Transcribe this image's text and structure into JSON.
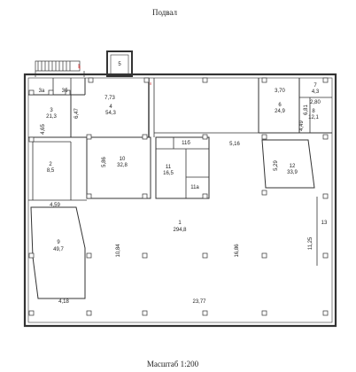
{
  "title": "Подвал",
  "scale_label": "Масштаб 1:200",
  "rooms": [
    {
      "id": "room-1",
      "number": "1",
      "area": "294,8"
    },
    {
      "id": "room-2",
      "number": "2",
      "area": "8,5"
    },
    {
      "id": "room-3",
      "number": "3",
      "area": "21,3"
    },
    {
      "id": "room-3a",
      "number": "3а",
      "area": ""
    },
    {
      "id": "room-3b",
      "number": "3б",
      "area": ""
    },
    {
      "id": "room-4",
      "number": "4",
      "area": "54,3"
    },
    {
      "id": "room-5",
      "number": "5",
      "area": ""
    },
    {
      "id": "room-6",
      "number": "6",
      "area": "24,9"
    },
    {
      "id": "room-7",
      "number": "7",
      "area": "4,3"
    },
    {
      "id": "room-8",
      "number": "8",
      "area": "12,1"
    },
    {
      "id": "room-9",
      "number": "9",
      "area": "49,7"
    },
    {
      "id": "room-10",
      "number": "10",
      "area": "32,8"
    },
    {
      "id": "room-11",
      "number": "11",
      "area": "16,5"
    },
    {
      "id": "room-11a",
      "number": "11а",
      "area": ""
    },
    {
      "id": "room-11b",
      "number": "11б",
      "area": ""
    },
    {
      "id": "room-12",
      "number": "12",
      "area": "33,9"
    },
    {
      "id": "room-13",
      "number": "13",
      "area": ""
    }
  ],
  "dimensions": [
    "7,73",
    "6,47",
    "4,65",
    "5,86",
    "5,16",
    "3,70",
    "2,80",
    "6,81",
    "4,49",
    "5,29",
    "4,59",
    "10,84",
    "16,86",
    "11,25",
    "4,18",
    "23,77"
  ]
}
